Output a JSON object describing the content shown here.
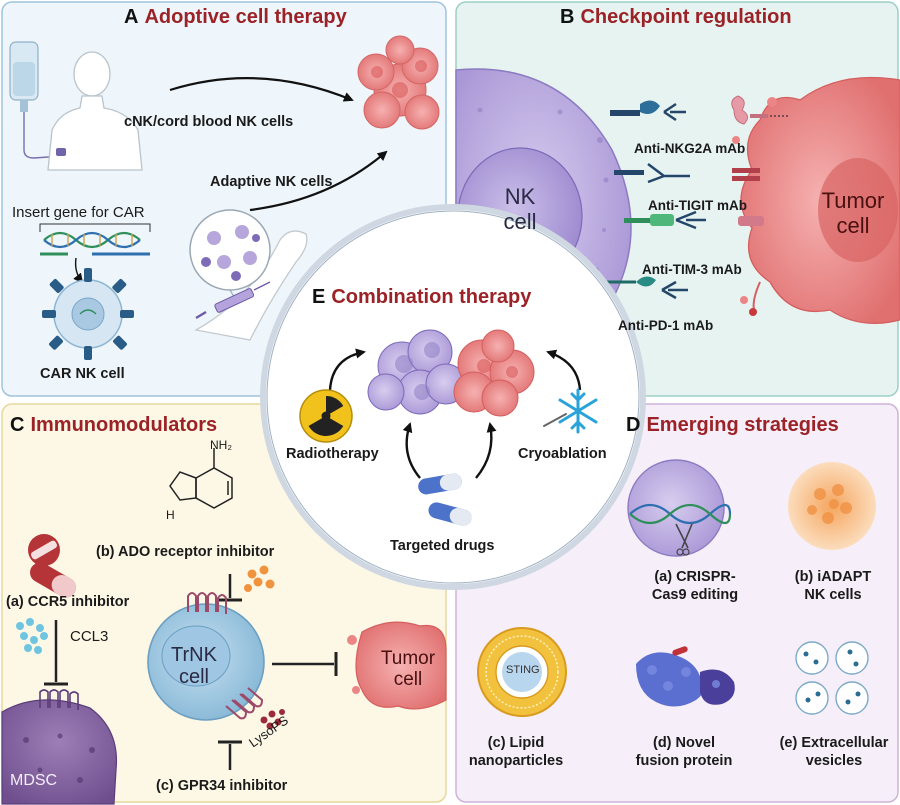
{
  "colors": {
    "header_accent": "#9b2226",
    "panel_a_bg": "#eef6fb",
    "panel_b_bg": "#e7f3f1",
    "panel_c_bg": "#fdf8e6",
    "panel_d_bg": "#f6eef8",
    "nk_cell": "#b7a6dc",
    "tumor_cell": "#ec8585"
  },
  "panels": {
    "a": {
      "letter": "A",
      "title": "Adoptive cell therapy",
      "labels": {
        "cnk": "cNK/cord blood NK cells",
        "adaptive": "Adaptive NK  cells",
        "insert_gene": "Insert gene for CAR",
        "car_nk": "CAR NK cell"
      }
    },
    "b": {
      "letter": "B",
      "title": "Checkpoint regulation",
      "labels": {
        "nk_cell": "NK cell",
        "tumor_cell": "Tumor cell",
        "anti_nkg2a": "Anti-NKG2A mAb",
        "anti_tigit": "Anti-TIGIT mAb",
        "anti_tim3": "Anti-TIM-3 mAb",
        "anti_pd1": "Anti-PD-1 mAb"
      }
    },
    "c": {
      "letter": "C",
      "title": "Immunomodulators",
      "labels": {
        "ado": "(b) ADO receptor inhibitor",
        "ccr5": "(a) CCR5 inhibitor",
        "ccl3": "CCL3",
        "trnk": "TrNK cell",
        "tumor_cell": "Tumor cell",
        "lysops": "LysoPS",
        "gpr34": "(c) GPR34 inhibitor",
        "mdsc": "MDSC",
        "nh2": "NH₂",
        "nh": "H"
      }
    },
    "d": {
      "letter": "D",
      "title": "Emerging strategies",
      "labels": {
        "crispr": "(a) CRISPR-Cas9 editing",
        "iadapt": "(b) iADAPT NK cells",
        "lipid": "(c) Lipid nanoparticles",
        "sting": "STING",
        "fusion": "(d) Novel fusion protein",
        "ev": "(e) Extracellular vesicles"
      }
    },
    "e": {
      "letter": "E",
      "title": "Combination therapy",
      "labels": {
        "radio": "Radiotherapy",
        "cryo": "Cryoablation",
        "drugs": "Targeted drugs"
      }
    }
  },
  "icons": [
    "iv-bag-icon",
    "human-silhouette-icon",
    "tumor-cluster-icon",
    "dna-helix-icon",
    "car-nk-cell-icon",
    "arm-injection-icon",
    "syringe-icon",
    "nk-cell-icon",
    "tumor-cell-icon",
    "antibody-icon",
    "receptor-icon",
    "pill-icon",
    "capsule-icon",
    "dots-icon",
    "adenosine-structure-icon",
    "gpcr-receptor-icon",
    "trnk-cell-icon",
    "mdsc-cell-icon",
    "radiation-icon",
    "snowflake-icon",
    "crispr-cell-icon",
    "iadapt-cell-icon",
    "lipid-nanoparticle-icon",
    "fusion-protein-icon",
    "extracellular-vesicle-icon"
  ]
}
